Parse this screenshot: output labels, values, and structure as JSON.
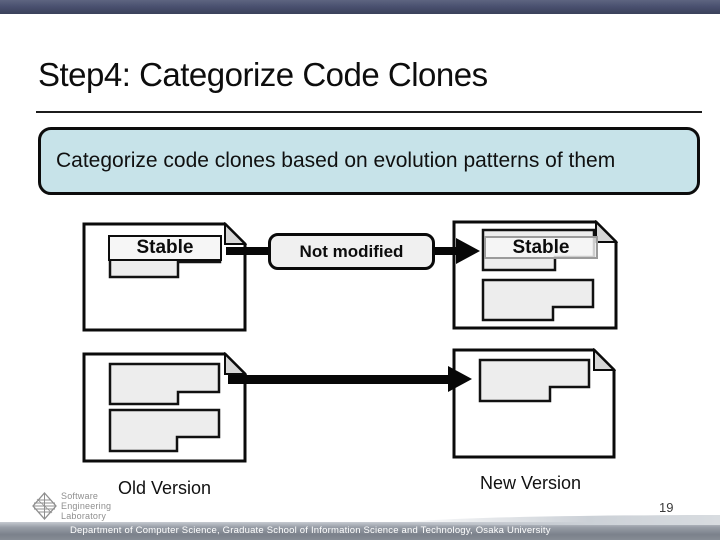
{
  "slide": {
    "title": "Step4: Categorize Code Clones",
    "summary": "Categorize code clones based on evolution patterns of them",
    "page_number": "19",
    "footer_text": "Department of Computer Science, Graduate School of Information Science and Technology, Osaka University"
  },
  "diagram": {
    "relation_label": "Not modified",
    "old_clone_label": "Stable",
    "new_clone_label": "Stable",
    "old_version_label": "Old Version",
    "new_version_label": "New Version"
  },
  "logo": {
    "line1": "Software",
    "line2": "Engineering",
    "line3": "Laboratory"
  },
  "colors": {
    "top_bar": "#47506b",
    "summary_box_fill": "#c7e3e9",
    "fragment_fill": "#ededed",
    "footer_bar": "#858b94",
    "arrow": "#070707"
  }
}
